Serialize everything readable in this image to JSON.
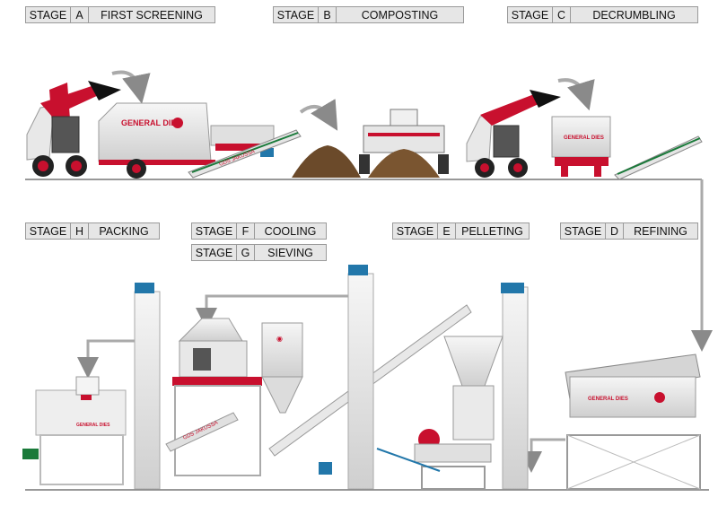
{
  "stages": [
    {
      "word": "STAGE",
      "letter": "A",
      "name": "FIRST SCREENING"
    },
    {
      "word": "STAGE",
      "letter": "B",
      "name": "COMPOSTING"
    },
    {
      "word": "STAGE",
      "letter": "C",
      "name": "DECRUMBLING"
    },
    {
      "word": "STAGE",
      "letter": "H",
      "name": "PACKING"
    },
    {
      "word": "STAGE",
      "letter": "F",
      "name": "COOLING"
    },
    {
      "word": "STAGE",
      "letter": "G",
      "name": "SIEVING"
    },
    {
      "word": "STAGE",
      "letter": "E",
      "name": "PELLETING"
    },
    {
      "word": "STAGE",
      "letter": "D",
      "name": "REFINING"
    }
  ],
  "machine_labels": {
    "screener": "GENERAL DIES",
    "decrumbler": "GENERAL DIES",
    "refiner": "GENERAL DIES",
    "packer": "GENERAL DIES",
    "conveyor": "GDS JAKUSSA"
  },
  "colors": {
    "accent_red": "#c8102e",
    "machine_white": "#ececec",
    "line_gray": "#8a8a8a",
    "label_bg": "#e6e6e6",
    "soil": "#6b4a2a"
  }
}
